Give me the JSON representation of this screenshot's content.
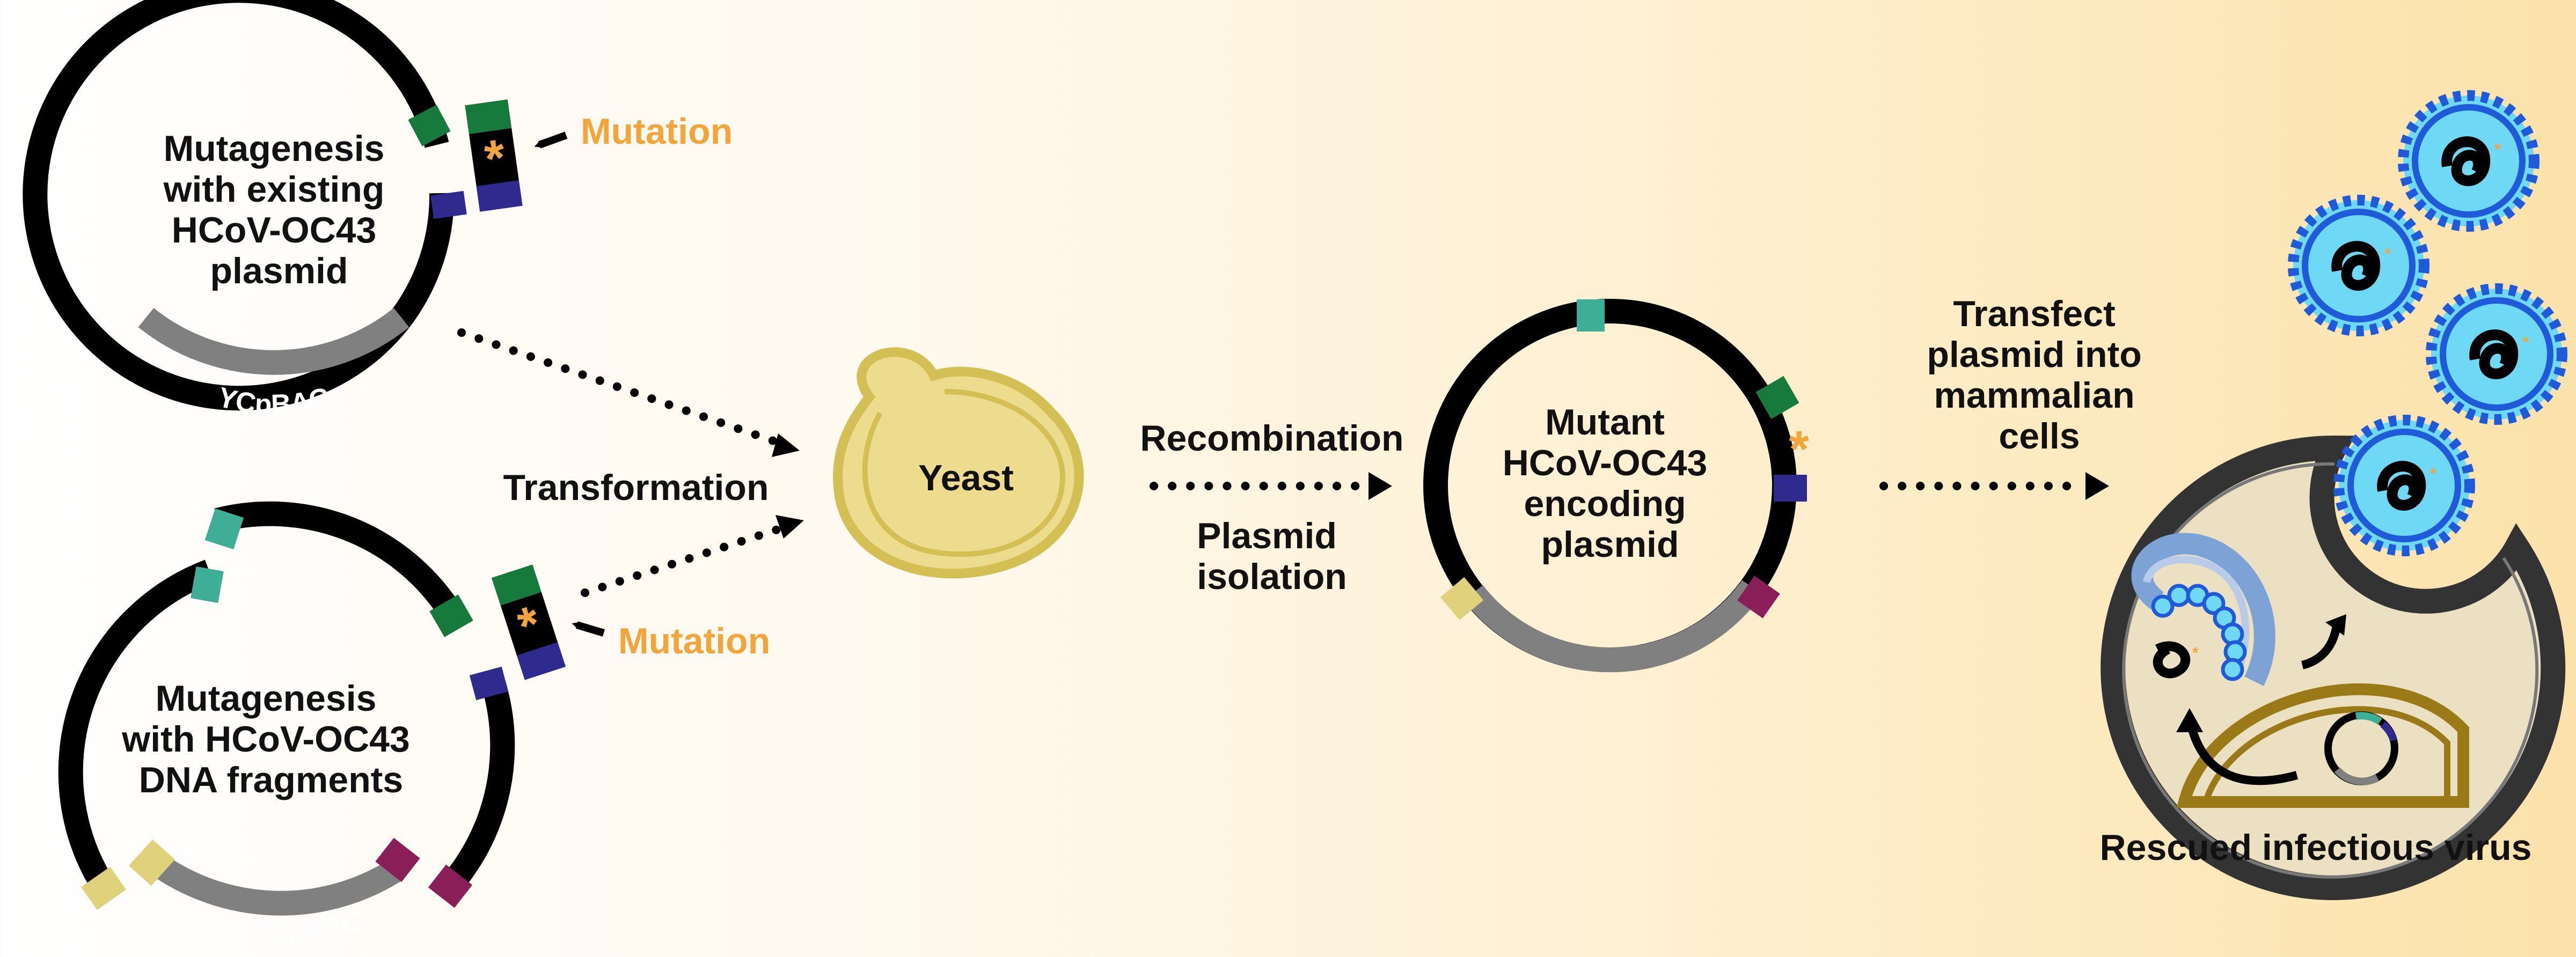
{
  "labels": {
    "top_plasmid": [
      "Mutagenesis",
      "with existing",
      "HCoV-OC43",
      "plasmid"
    ],
    "bottom_plasmid": [
      "Mutagenesis",
      "with HCoV-OC43",
      "DNA fragments"
    ],
    "mutation_top": "Mutation",
    "mutation_bottom": "Mutation",
    "ycpbac_top": "YCpBAC",
    "ycpbac_bottom": "YCpBAC",
    "transformation": "Transformation",
    "yeast": "Yeast",
    "recombination": "Recombination",
    "plasmid_isolation": [
      "Plasmid",
      "isolation"
    ],
    "mutant_plasmid": [
      "Mutant",
      "HCoV-OC43",
      "encoding",
      "plasmid"
    ],
    "transfect": [
      "Transfect",
      "plasmid into",
      "mammalian",
      "cells"
    ],
    "rescued": "Rescued infectious virus",
    "asterisk": "*"
  },
  "colors": {
    "backbone": "#000000",
    "vector": "#808080",
    "green": "#167a3c",
    "teal": "#3fae96",
    "navy": "#2e2a8e",
    "magenta": "#8a1f58",
    "sand": "#e0d27a",
    "mutation": "#f2a53a",
    "yeast_fill": "#eedc8e",
    "yeast_stroke": "#d4bf55",
    "virus_blue": "#1f5bd8",
    "virus_light": "#6fd8f5",
    "cell_fill": "#ece0c2",
    "cell_wall": "#333333",
    "nucleus": "#9a7a16"
  },
  "icons": [
    "dotted-arrow",
    "arrow",
    "asterisk",
    "yeast-cell",
    "virus-particle",
    "mammalian-cell"
  ]
}
